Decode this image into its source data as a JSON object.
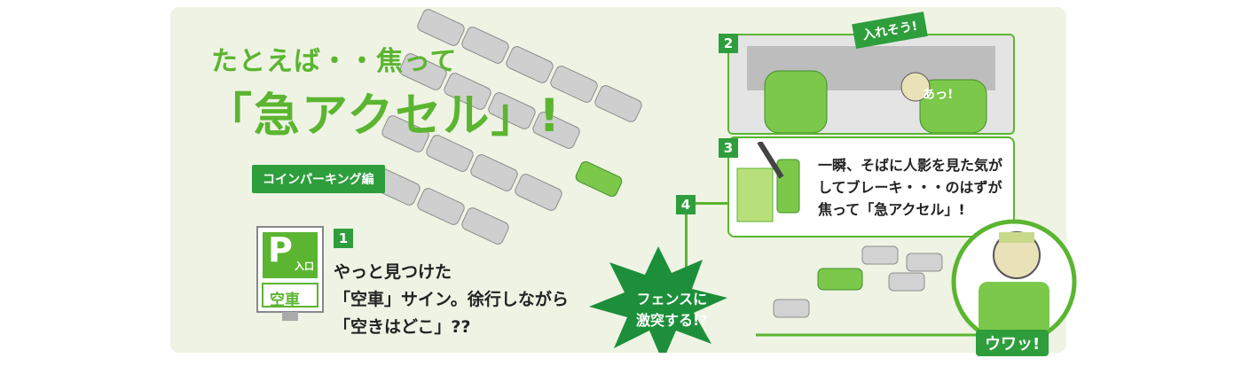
{
  "title": {
    "line1": "たとえば・・焦って",
    "line2": "「急アクセル」!"
  },
  "tag": "コインパーキング編",
  "sign": {
    "letter": "P",
    "entrance": "入口",
    "vacancy": "空車"
  },
  "steps": {
    "step1": {
      "number": "1",
      "lines": [
        "やっと見つけた",
        "「空車」サイン。徐行しながら",
        "「空きはどこ」??"
      ]
    },
    "step2": {
      "number": "2",
      "bubble": "入れそう!",
      "exclaim": "あっ!"
    },
    "step3": {
      "number": "3",
      "lines": [
        "一瞬、そばに人影を見た気が",
        "してブレーキ・・・のはずが",
        "焦って「急アクセル」!"
      ]
    },
    "step4": {
      "number": "4",
      "burst_lines": [
        "フェンスに",
        "激突する!?"
      ],
      "shout": "ウワッ!"
    }
  },
  "colors": {
    "brand_green": "#5bb530",
    "dark_green": "#2e9e3c",
    "panel_bg": "#eef3e4",
    "car_gray": "#c9c9c9"
  }
}
